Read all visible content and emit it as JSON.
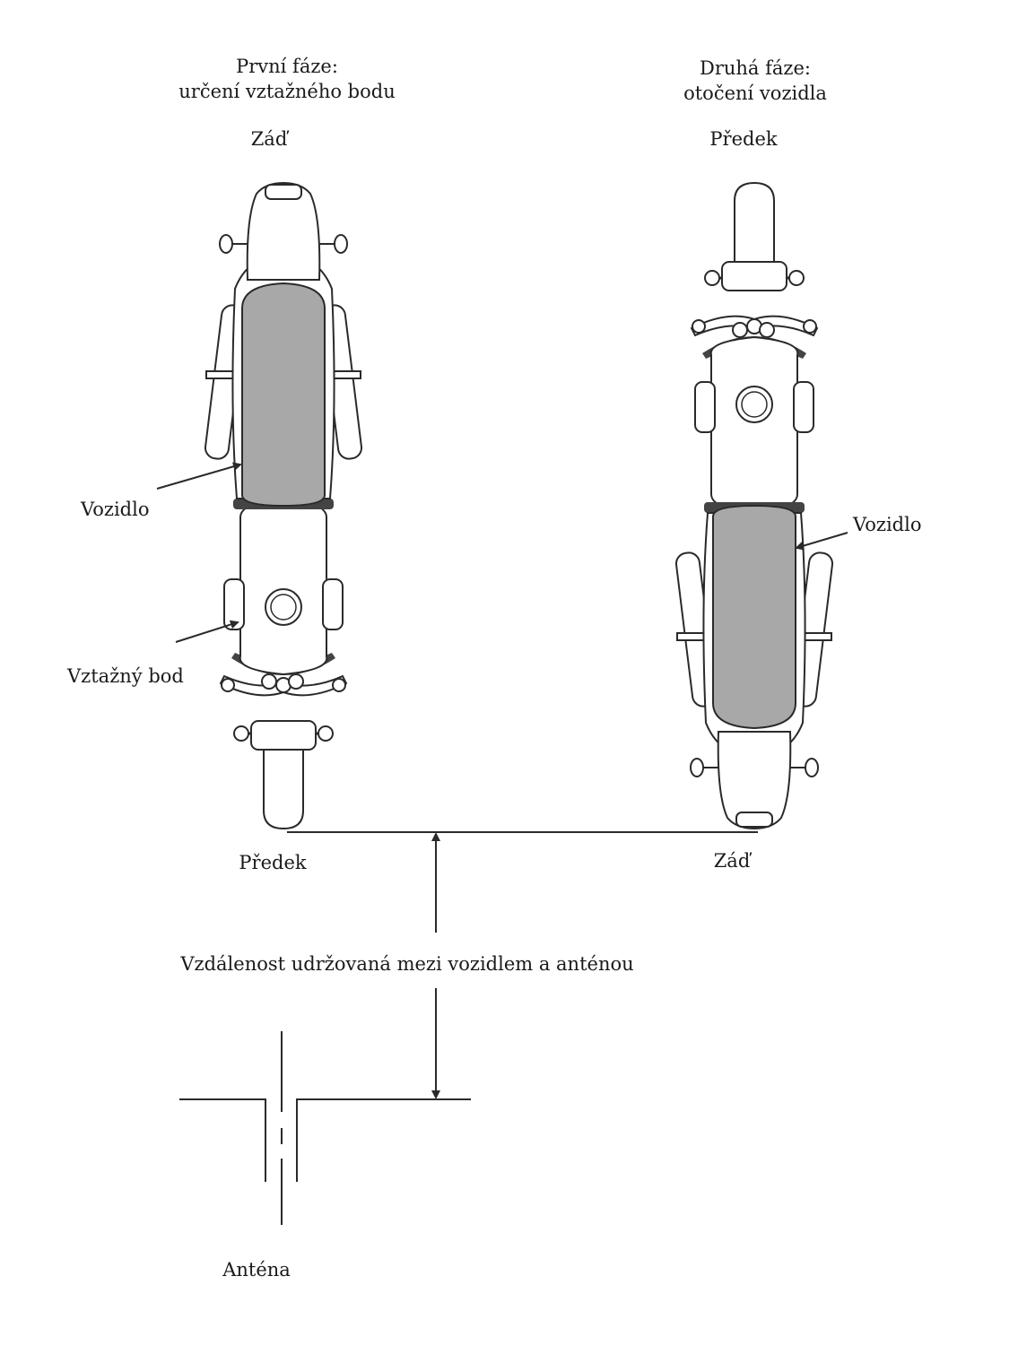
{
  "phase1": {
    "title_line1": "První fáze:",
    "title_line2": "určení vztažného bodu",
    "top_label": "Záď",
    "bottom_label": "Předek",
    "vehicle_label": "Vozidlo",
    "reference_label": "Vztažný bod"
  },
  "phase2": {
    "title_line1": "Druhá fáze:",
    "title_line2": "otočení vozidla",
    "top_label": "Předek",
    "bottom_label": "Záď",
    "vehicle_label": "Vozidlo"
  },
  "distance_label": "Vzdálenost udržovaná mezi vozidlem a anténou",
  "antenna_label": "Anténa",
  "colors": {
    "ink": "#2a2a2a",
    "seat": "#a8a8a8",
    "tire": "#333333"
  }
}
